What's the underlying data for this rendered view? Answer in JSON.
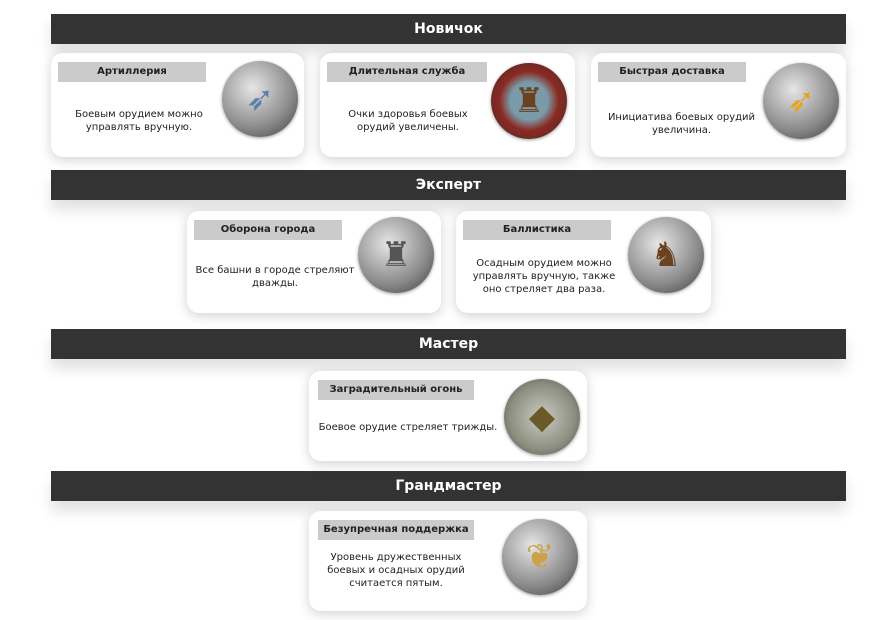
{
  "tiers": [
    {
      "title": "Новичок",
      "skills": [
        {
          "name": "Артиллерия",
          "desc": "Боевым орудием можно управлять вручную.",
          "icon": "arrow-icon"
        },
        {
          "name": "Длительная служба",
          "desc": "Очки здоровья боевых орудий увеличены.",
          "icon": "catapult-shield-icon"
        },
        {
          "name": "Быстрая доставка",
          "desc": "Инициатива боевых орудий увеличина.",
          "icon": "flaming-arrow-icon"
        }
      ]
    },
    {
      "title": "Эксперт",
      "skills": [
        {
          "name": "Оборона города",
          "desc": "Все башни в городе стреляют дважды.",
          "icon": "tower-icon"
        },
        {
          "name": "Баллистика",
          "desc": "Осадным орудием можно управлять вручную, также оно стреляет два раза.",
          "icon": "catapult-icon"
        }
      ]
    },
    {
      "title": "Мастер",
      "skills": [
        {
          "name": "Заградительный огонь",
          "desc": "Боевое орудие стреляет трижды.",
          "icon": "rocks-icon"
        }
      ]
    },
    {
      "title": "Грандмастер",
      "skills": [
        {
          "name": "Безупречная поддержка",
          "desc": "Уровень дружественных боевых и осадных орудий считается пятым.",
          "icon": "laurel-catapult-icon"
        }
      ]
    }
  ]
}
